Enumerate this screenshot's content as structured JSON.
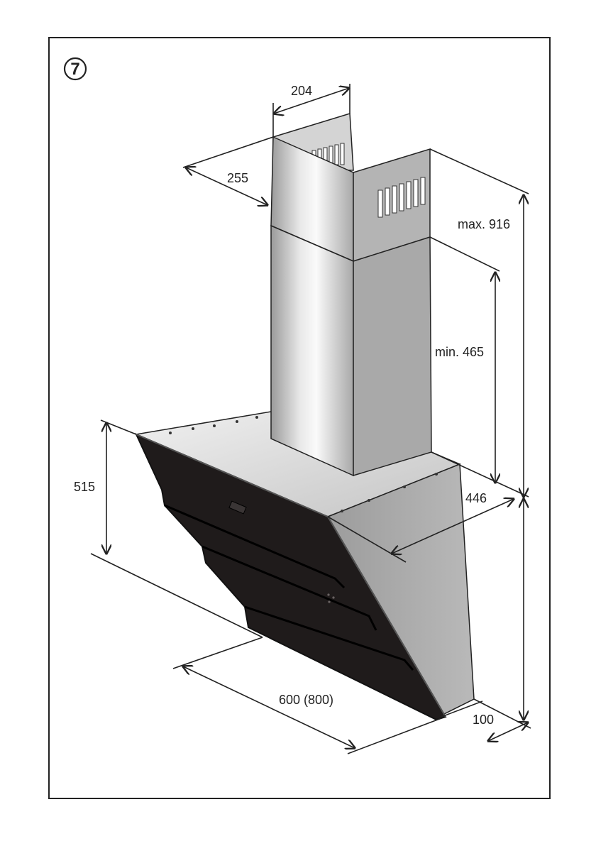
{
  "figure": {
    "step_number": "7"
  },
  "dimensions": {
    "chimney_width": "204",
    "chimney_depth": "255",
    "max_height": "max. 916",
    "min_height": "min. 465",
    "hood_height": "515",
    "hood_depth": "446",
    "hood_width": "600 (800)",
    "bottom_offset": "100"
  },
  "colors": {
    "stainless": "#b8b8b8",
    "glass": "#1f1b1b",
    "line": "#222222"
  }
}
